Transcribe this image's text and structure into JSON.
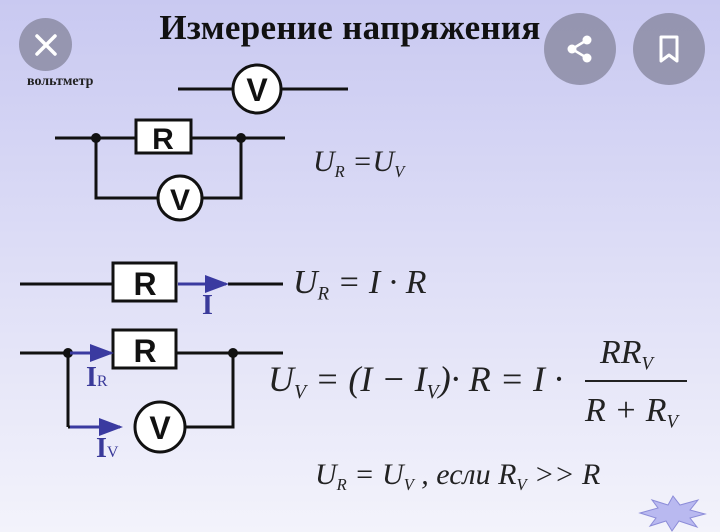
{
  "slide": {
    "title": "Измерение напряжения",
    "voltmeter_label": "вольтметр",
    "symbols": {
      "resistor": "R",
      "voltmeter": "V"
    },
    "current_labels": {
      "I": "I",
      "IR_main": "I",
      "IR_sub": "R",
      "IV_main": "I",
      "IV_sub": "V"
    },
    "formulas": {
      "f1": {
        "a": "U",
        "a_sub": "R",
        "eq": " =",
        "b": "U",
        "b_sub": "V"
      },
      "f2": {
        "a": "U",
        "a_sub": "R",
        "rest": " = I · R"
      },
      "f3": {
        "a": "U",
        "a_sub": "V",
        "mid1": " = (I − I",
        "mid1_sub": "V",
        "mid2": ")· R = I ·",
        "num": "RR",
        "num_sub": "V",
        "den": "R + R",
        "den_sub": "V"
      },
      "f4": {
        "a": "U",
        "a_sub": "R",
        "eq": " = U",
        "b_sub": "V",
        "cond": " ,  если  R",
        "cond_sub": "V",
        "cond_end": " >> R"
      }
    }
  },
  "overlay": {
    "close_icon": "close-icon",
    "share_icon": "share-icon",
    "bookmark_icon": "bookmark-icon",
    "button_color": "#8c8ca5"
  }
}
